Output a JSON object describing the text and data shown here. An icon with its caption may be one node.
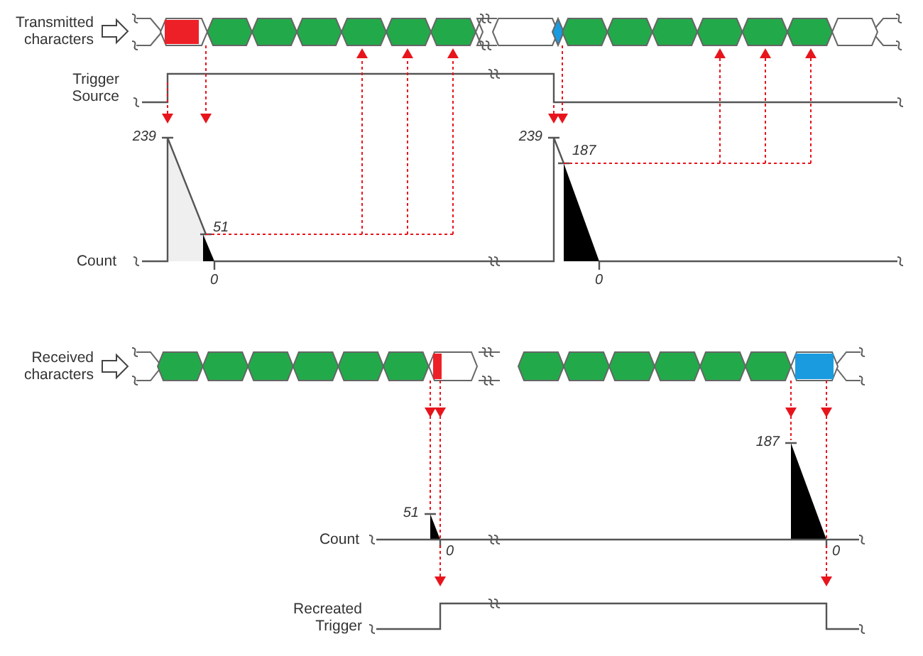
{
  "diagram": {
    "labels": [
      "Transmitted characters",
      "Trigger Source",
      "239",
      "239",
      "187",
      "51",
      "Count",
      "0",
      "0",
      "Received characters",
      "187",
      "51",
      "Count",
      "0",
      "0",
      "Recreated Trigger"
    ]
  }
}
